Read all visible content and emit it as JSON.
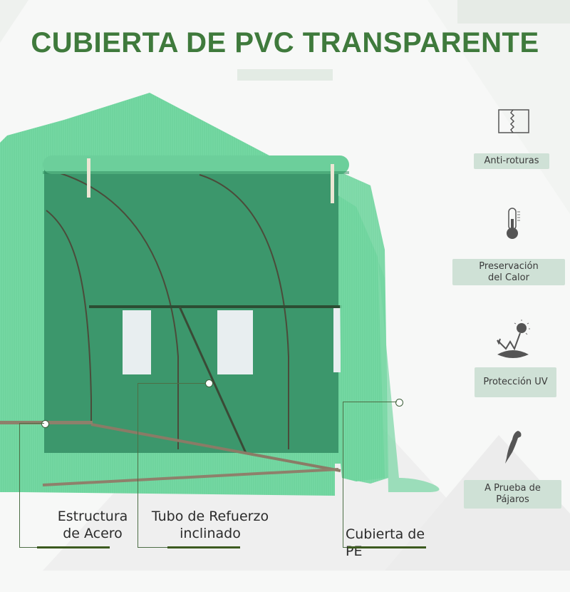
{
  "title": "CUBIERTA DE PVC TRANSPARENTE",
  "colors": {
    "title": "#3f7a3c",
    "label_bg": "#cfe1d6",
    "greenhouse_outer": "#6fd49e",
    "greenhouse_inner": "#3f9b6e",
    "underline": "#3c5a1f",
    "icon": "#555555"
  },
  "features": [
    {
      "icon": "tear-icon",
      "label": "Anti-roturas"
    },
    {
      "icon": "thermometer-icon",
      "label": "Preservación del Calor"
    },
    {
      "icon": "uv-protection-icon",
      "label": "Protección UV"
    },
    {
      "icon": "bird-icon",
      "label": "A Prueba de Pájaros"
    }
  ],
  "callouts": [
    {
      "line1": "Estructura",
      "line2": "de Acero"
    },
    {
      "line1": "Tubo de Refuerzo",
      "line2": "inclinado"
    },
    {
      "line1": "Cubierta de PE",
      "line2": ""
    }
  ]
}
